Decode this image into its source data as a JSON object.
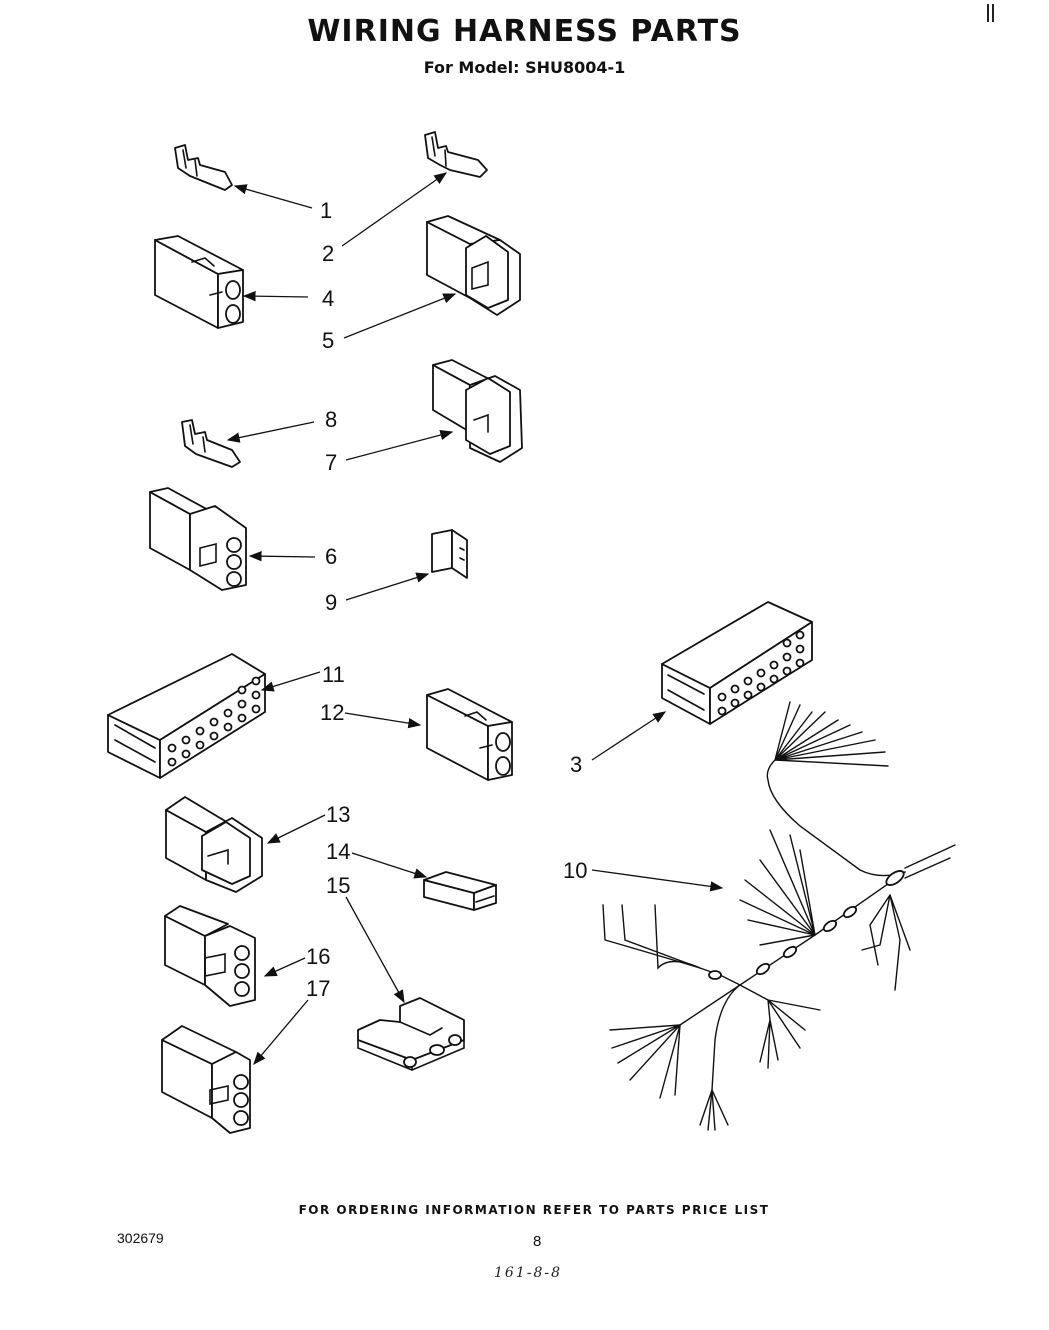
{
  "header": {
    "title": "WIRING HARNESS PARTS",
    "subtitle": "For Model: SHU8004-1"
  },
  "callouts": {
    "c1": "1",
    "c2": "2",
    "c3": "3",
    "c4": "4",
    "c5": "5",
    "c6": "6",
    "c7": "7",
    "c8": "8",
    "c9": "9",
    "c10": "10",
    "c11": "11",
    "c12": "12",
    "c13": "13",
    "c14": "14",
    "c15": "15",
    "c16": "16",
    "c17": "17"
  },
  "footer": {
    "ordering_note": "FOR ORDERING INFORMATION REFER TO PARTS PRICE LIST",
    "doc_number": "302679",
    "page_number": "8",
    "handwritten_code": "161-8-8"
  }
}
